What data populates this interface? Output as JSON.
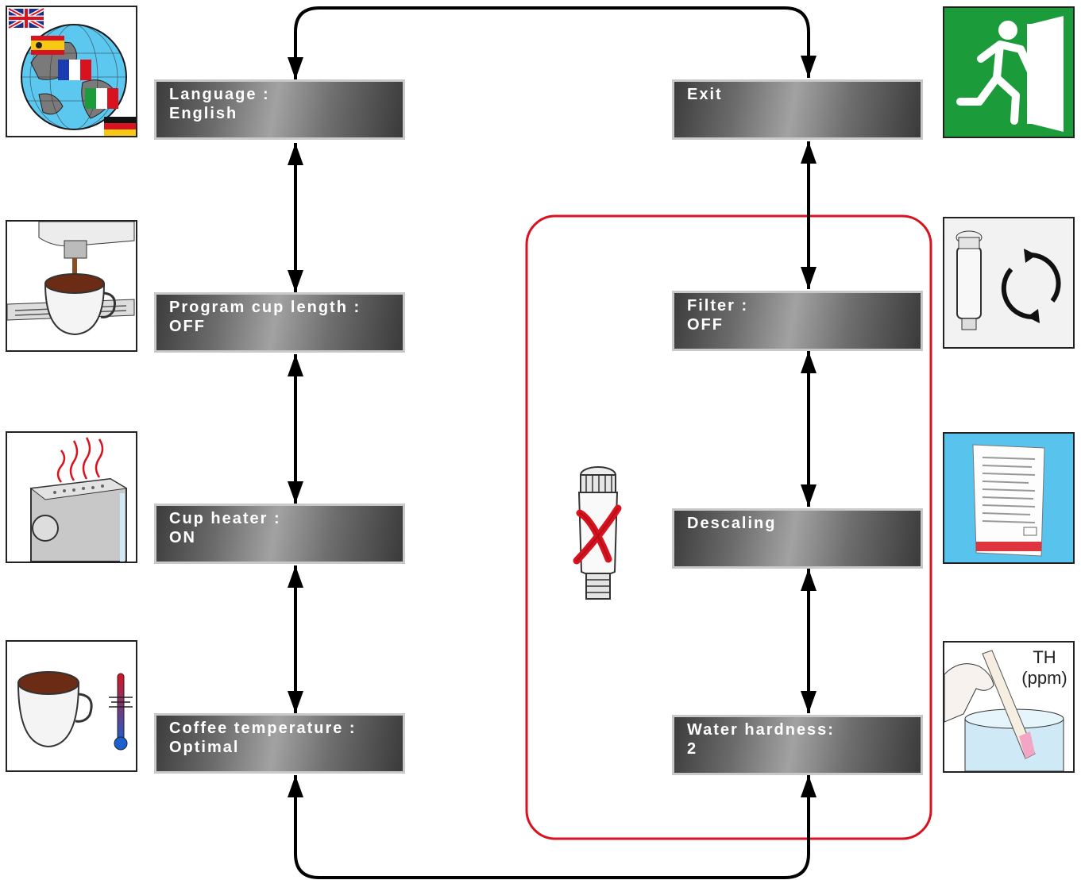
{
  "menus": {
    "language": {
      "title": "Language :",
      "value": "English"
    },
    "program_cup_length": {
      "title": "Program cup length :",
      "value": "OFF"
    },
    "cup_heater": {
      "title": "Cup heater :",
      "value": "ON"
    },
    "coffee_temperature": {
      "title": "Coffee temperature :",
      "value": "Optimal"
    },
    "exit": {
      "title": "Exit",
      "value": ""
    },
    "filter": {
      "title": "Filter :",
      "value": "OFF"
    },
    "descaling": {
      "title": "Descaling",
      "value": ""
    },
    "water_hardness": {
      "title": "Water hardness:",
      "value": "2"
    }
  },
  "icons": {
    "language": "globe-flags-icon",
    "program_cup_length": "coffee-dispensing-icon",
    "cup_heater": "cup-heater-machine-icon",
    "coffee_temperature": "cup-thermometer-icon",
    "exit": "exit-sign-icon",
    "filter": "filter-replace-icon",
    "descaling": "descaling-packet-icon",
    "water_hardness": "test-strip-icon",
    "no_filter": "filter-crossed-icon"
  },
  "water_hardness_tile": {
    "unit_line1": "TH",
    "unit_line2": "(ppm)"
  },
  "colors": {
    "filter_group_outline": "#d8121f",
    "exit_green": "#1c9b3a",
    "descaling_blue": "#58c4ee",
    "connector": "#000000"
  }
}
